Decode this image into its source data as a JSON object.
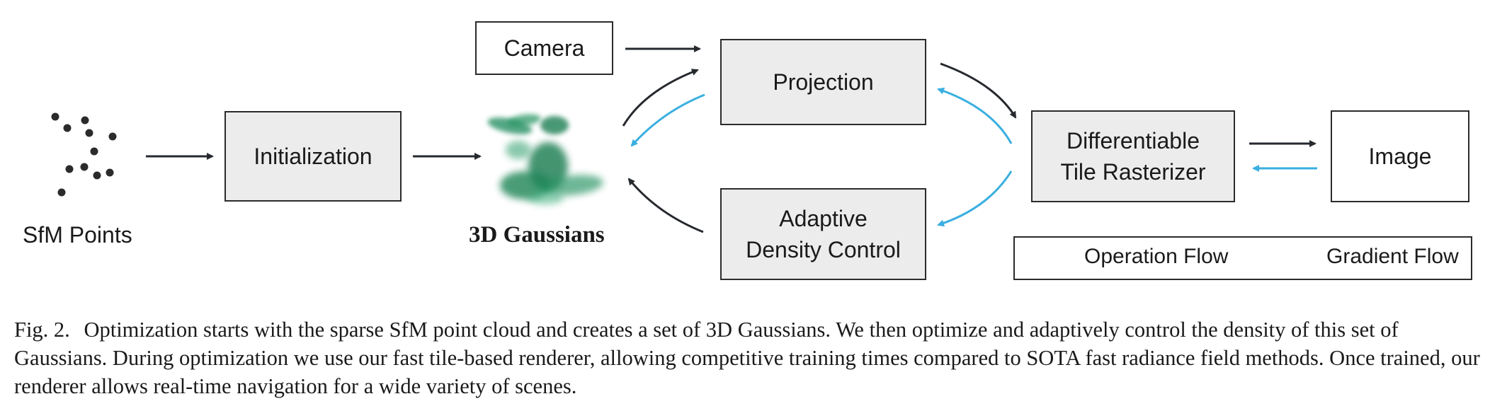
{
  "nodes": {
    "sfm_points": "SfM Points",
    "initialization": "Initialization",
    "gaussians": "3D Gaussians",
    "camera": "Camera",
    "projection": "Projection",
    "adc_line1": "Adaptive",
    "adc_line2": "Density Control",
    "rasterizer_line1": "Differentiable",
    "rasterizer_line2": "Tile Rasterizer",
    "image": "Image"
  },
  "legend": {
    "operation": "Operation Flow",
    "gradient": "Gradient Flow"
  },
  "colors": {
    "operation": "#26292e",
    "gradient": "#3aafe0",
    "box_fill": "#ececec",
    "gaussian_green": "#1f8a5c"
  },
  "caption": {
    "fig": "Fig. 2.",
    "text": "Optimization starts with the sparse SfM point cloud and creates a set of 3D Gaussians. We then optimize and adaptively control the density of this set of Gaussians. During optimization we use our fast tile-based renderer, allowing competitive training times compared to SOTA fast radiance field methods. Once trained, our renderer allows real-time navigation for a wide variety of scenes."
  }
}
